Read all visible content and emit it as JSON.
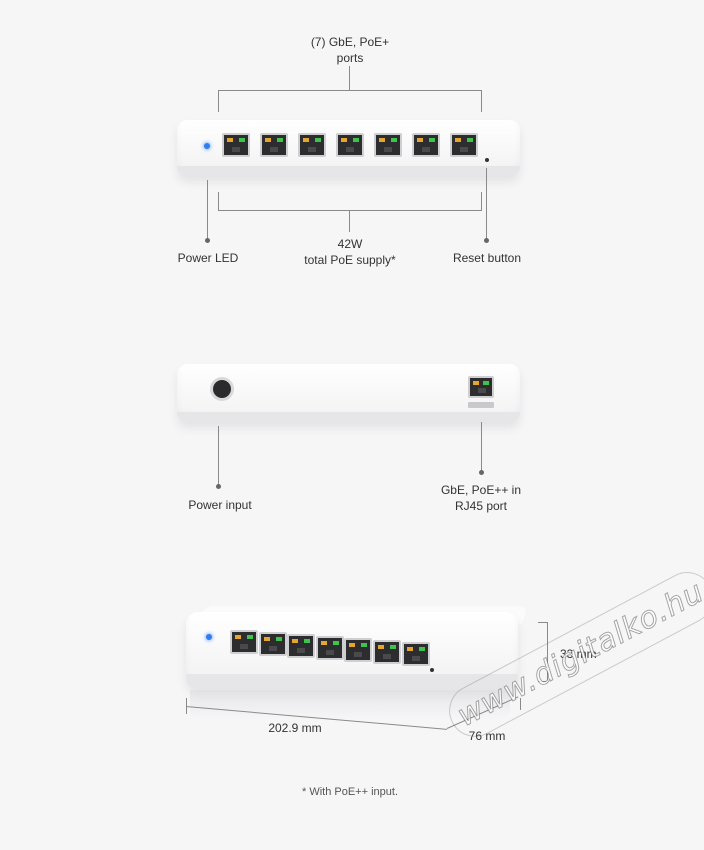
{
  "front_view": {
    "ports_label_line1": "(7) GbE, PoE+",
    "ports_label_line2": "ports",
    "power_led": "Power LED",
    "poe_supply_line1": "42W",
    "poe_supply_line2": "total PoE supply*",
    "reset_button": "Reset button",
    "port_count": 7
  },
  "rear_view": {
    "power_input": "Power input",
    "uplink_line1": "GbE, PoE++ in",
    "uplink_line2": "RJ45 port"
  },
  "dimensions": {
    "height": "33 mm",
    "width": "202.9 mm",
    "depth": "76 mm"
  },
  "footnote": "* With PoE++ input.",
  "watermark": "www.digitalko.hu",
  "colors": {
    "led": "#2f7df0",
    "port_amber": "#e5a531",
    "port_green": "#3fc34f"
  }
}
